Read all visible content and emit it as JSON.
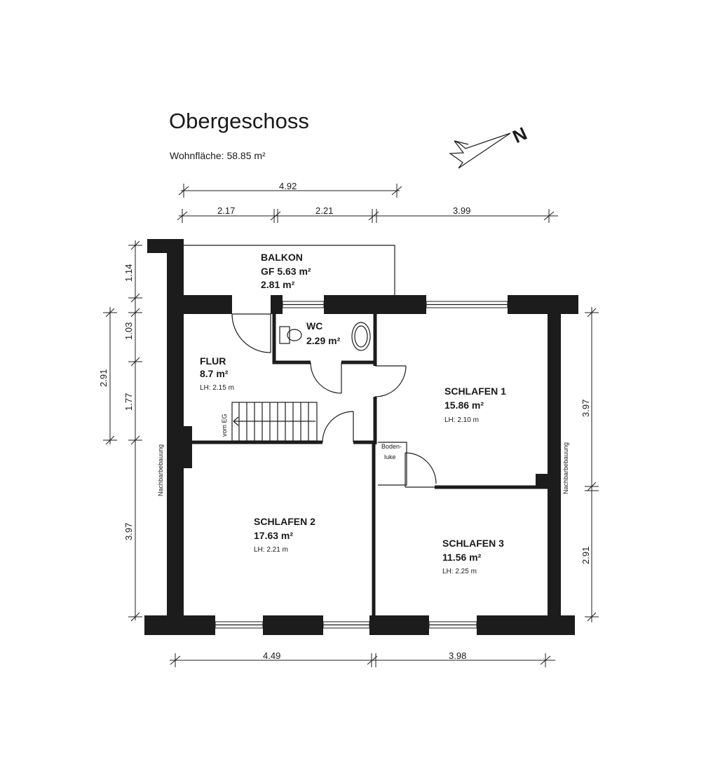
{
  "header": {
    "title": "Obergeschoss",
    "living_area": "Wohnfläche: 58.85 m²",
    "north_label": "N"
  },
  "dimensions": {
    "top_overall": "4.92",
    "top_1": "2.17",
    "top_2": "2.21",
    "top_3": "3.99",
    "bottom_1": "4.49",
    "bottom_2": "3.98",
    "left_outer": "2.91",
    "left_1": "1.14",
    "left_2": "1.03",
    "left_3": "1.77",
    "left_4": "3.97",
    "right_1": "3.97",
    "right_2": "2.91"
  },
  "rooms": {
    "balkon": {
      "name": "BALKON",
      "area_gf": "GF 5.63 m²",
      "area": "2.81 m²"
    },
    "wc": {
      "name": "WC",
      "area": "2.29 m²"
    },
    "flur": {
      "name": "FLUR",
      "area": "8.7 m²",
      "height": "LH: 2.15 m"
    },
    "schlafen1": {
      "name": "SCHLAFEN 1",
      "area": "15.86 m²",
      "height": "LH: 2.10 m"
    },
    "schlafen2": {
      "name": "SCHLAFEN 2",
      "area": "17.63 m²",
      "height": "LH: 2.21 m"
    },
    "schlafen3": {
      "name": "SCHLAFEN 3",
      "area": "11.56 m²",
      "height": "LH: 2.25 m"
    }
  },
  "labels": {
    "stairs": "vom EG",
    "attic_hatch_1": "Boden-",
    "attic_hatch_2": "luke",
    "neighbor_left": "Nachbarbebauung",
    "neighbor_right": "Nachbarbebauung"
  }
}
